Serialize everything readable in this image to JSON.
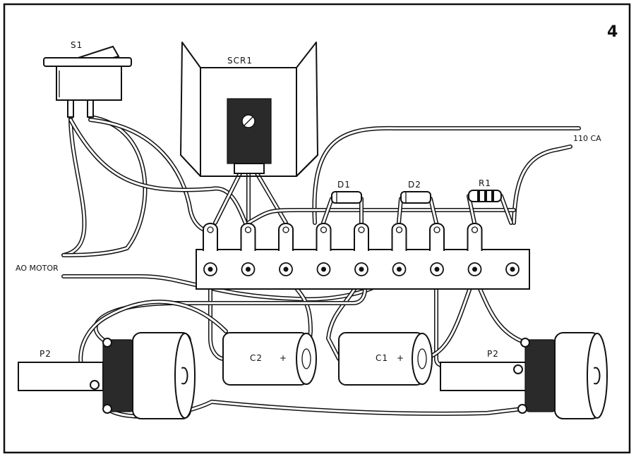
{
  "figure_number": "4",
  "labels": {
    "s1": "S1",
    "scr1": "SCR1",
    "power": "110 CA",
    "motor": "AO MOTOR",
    "d1": "D1",
    "d2": "D2",
    "r1": "R1",
    "c1": "C1",
    "c2": "C2",
    "c1_polarity": "+",
    "c2_polarity": "+",
    "p2_left": "P2",
    "p2_right": "P2"
  },
  "terminal_strip": {
    "terminal_count": 9
  }
}
